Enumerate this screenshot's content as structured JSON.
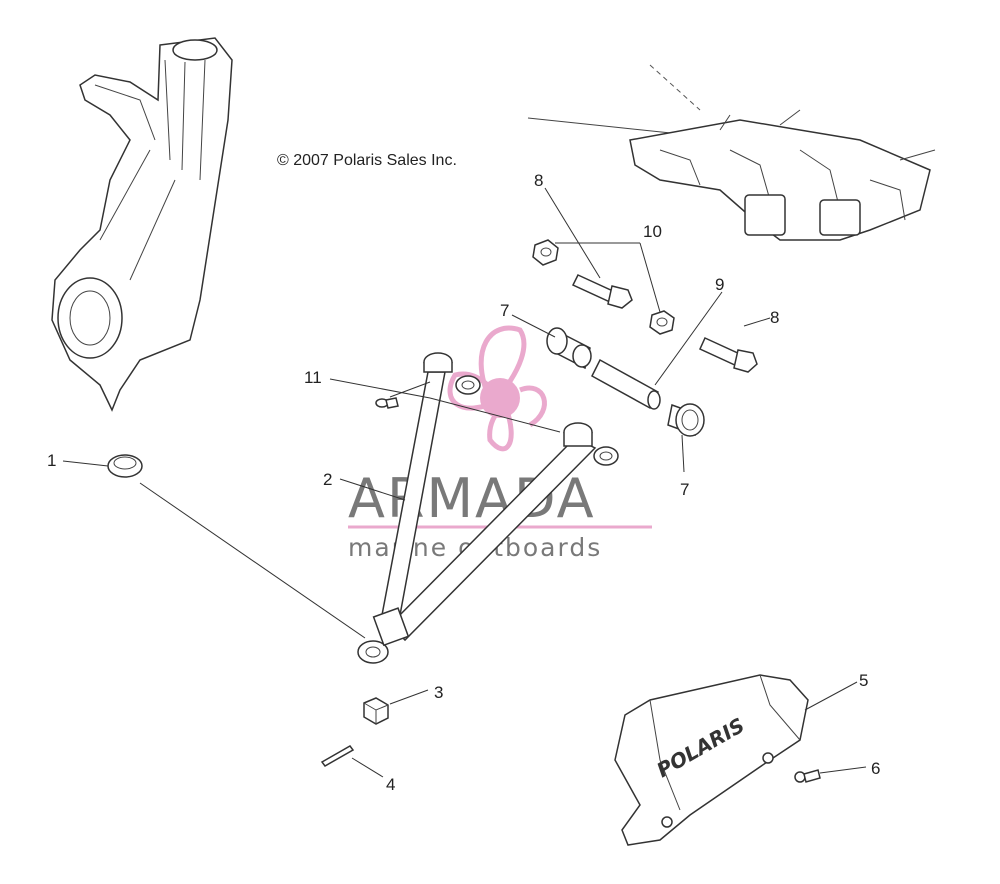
{
  "copyright": "© 2007 Polaris Sales Inc.",
  "callouts": {
    "c1": "1",
    "c2": "2",
    "c3": "3",
    "c4": "4",
    "c5": "5",
    "c6": "6",
    "c7a": "7",
    "c7b": "7",
    "c8a": "8",
    "c8b": "8",
    "c9": "9",
    "c10": "10",
    "c11": "11"
  },
  "watermark": {
    "brand": "ARMADA",
    "tagline": "marine outboards",
    "brand_color": "#e8a0c8"
  },
  "guard_logo": "POLARIS"
}
